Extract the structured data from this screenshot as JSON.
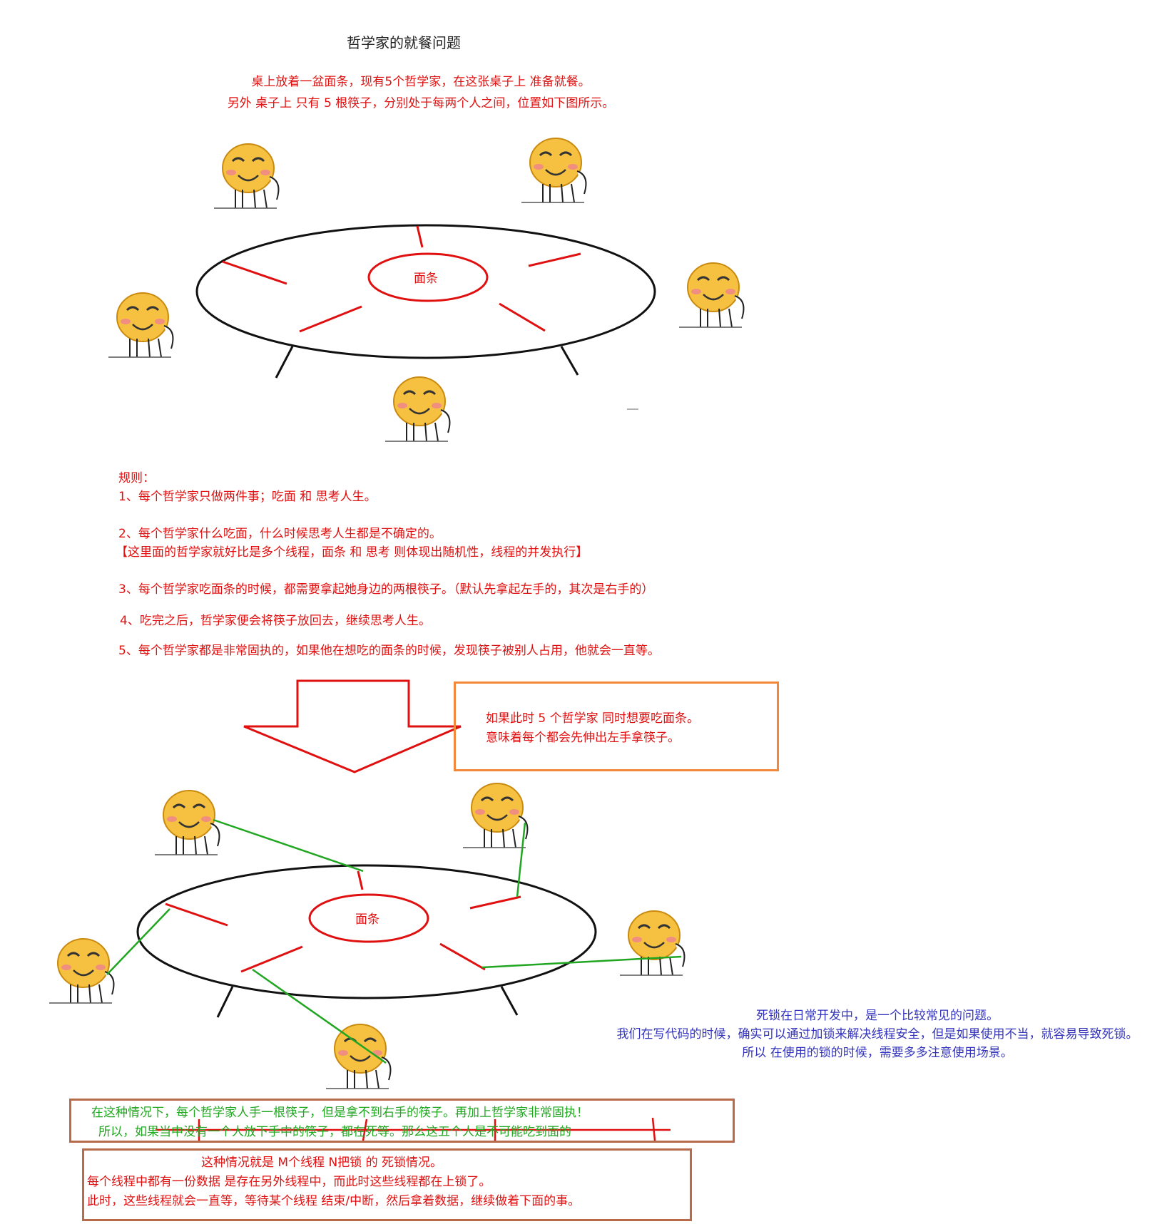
{
  "title": "哲学家的就餐问题",
  "intro": [
    "桌上放着一盆面条，现有5个哲学家，在这张桌子上 准备就餐。",
    "另外 桌子上 只有 5 根筷子，分别处于每两个人之间，位置如下图所示。"
  ],
  "bowl_label": "面条",
  "rules": {
    "heading": "规则：",
    "items": [
      "1、每个哲学家只做两件事；吃面 和 思考人生。",
      "2、每个哲学家什么吃面，什么时候思考人生都是不确定的。",
      "【这里面的哲学家就好比是多个线程，面条 和 思考 则体现出随机性，线程的并发执行】",
      "3、每个哲学家吃面条的时候，都需要拿起她身边的两根筷子。（默认先拿起左手的，其次是右手的）",
      "4、吃完之后，哲学家便会将筷子放回去，继续思考人生。",
      "5、每个哲学家都是非常固执的，如果他在想吃的面条的时候，发现筷子被别人占用，他就会一直等。"
    ]
  },
  "scenario": [
    "如果此时 5 个哲学家 同时想要吃面条。",
    "意味着每个都会先伸出左手拿筷子。"
  ],
  "deadlock_note": [
    "死锁在日常开发中，是一个比较常见的问题。",
    "我们在写代码的时候，确实可以通过加锁来解决线程安全，但是如果使用不当，就容易导致死锁。",
    "所以 在使用的锁的时候，需要多多注意使用场景。"
  ],
  "conclusion": [
    "在这种情况下，每个哲学家人手一根筷子，但是拿不到右手的筷子。再加上哲学家非常固执！",
    "所以，如果当中没有一个人放下手中的筷子，都在死等。那么这五个人是不可能吃到面的"
  ],
  "summary": [
    "这种情况就是 M个线程 N把锁 的 死锁情况。",
    "每个线程中都有一份数据 是存在另外线程中，而此时这些线程都在上锁了。",
    "此时，这些线程就会一直等，等待某个线程 结束/中断，然后拿着数据，继续做着下面的事。"
  ],
  "colors": {
    "red": "#e01010",
    "green": "#21a621",
    "blue": "#3333bb",
    "orange_border": "#f2893a",
    "brown_border": "#b86b4b",
    "face": "#f6c040"
  }
}
